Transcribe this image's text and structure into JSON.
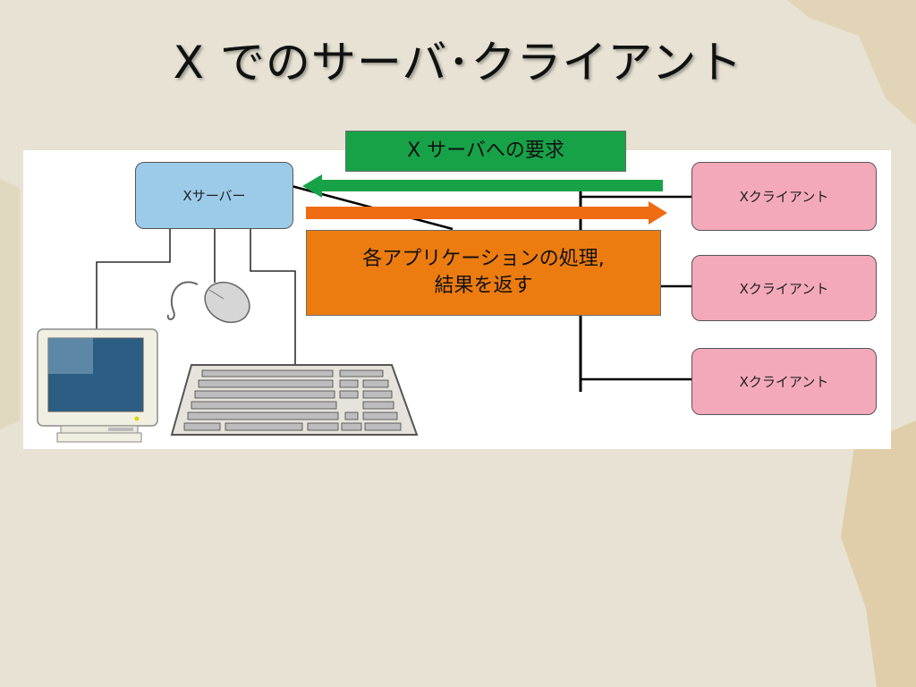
{
  "title": "X でのサーバ･クライアント",
  "diagram": {
    "server_label": "Xサーバー",
    "clients": [
      "Xクライアント",
      "Xクライアント",
      "Xクライアント"
    ],
    "request_label": "X サーバへの要求",
    "response_label_line1": "各アプリケーションの処理,",
    "response_label_line2": "結果を返す"
  },
  "colors": {
    "server_fill": "#9ccbea",
    "client_fill": "#f4a9ba",
    "request_arrow": "#17a248",
    "response_arrow": "#ef6c12",
    "response_box": "#ed7c10"
  },
  "icons": [
    "monitor-icon",
    "keyboard-icon",
    "mouse-icon"
  ]
}
